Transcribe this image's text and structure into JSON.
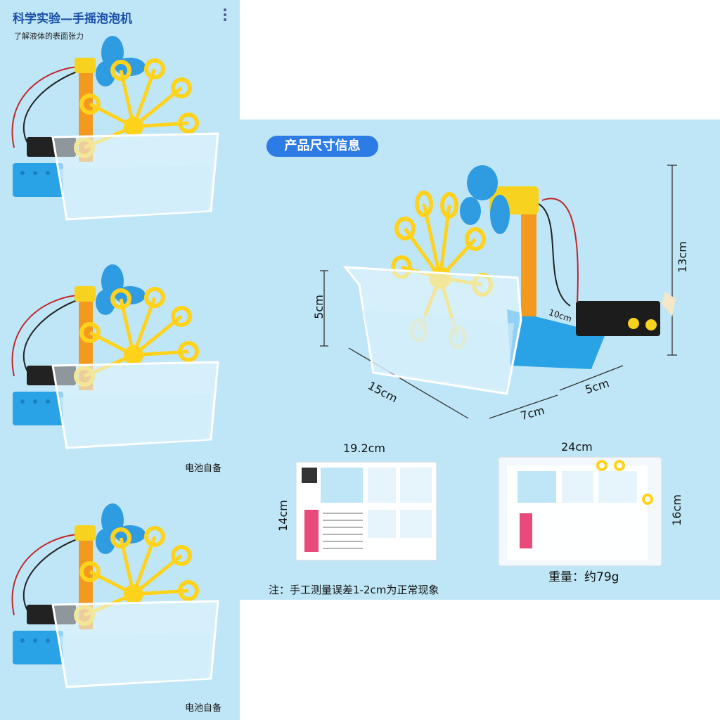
{
  "header": {
    "title": "科学实验—手摇泡泡机",
    "subtitle": "了解液体的表面张力"
  },
  "left_column": {
    "battery_notes": [
      "电池自备",
      "电池自备"
    ]
  },
  "size_section": {
    "badge": "产品尺寸信息",
    "product_dims": {
      "height": "13cm",
      "tank_height": "5cm",
      "tank_length": "15cm",
      "tank_width": "7cm",
      "base_width": "5cm",
      "base_length": "10cm"
    },
    "card": {
      "width": "19.2cm",
      "height": "14cm"
    },
    "bag": {
      "width": "24cm",
      "height": "16cm"
    },
    "weight": "重量：约79g",
    "note": "注：手工测量误差1-2cm为正常现象"
  },
  "colors": {
    "background": "#bfe6f7",
    "badge": "#2d7be5",
    "wheel": "#ffd21c",
    "stand": "#f39a1e",
    "fan": "#2f9be0",
    "base": "#29a3e6"
  }
}
